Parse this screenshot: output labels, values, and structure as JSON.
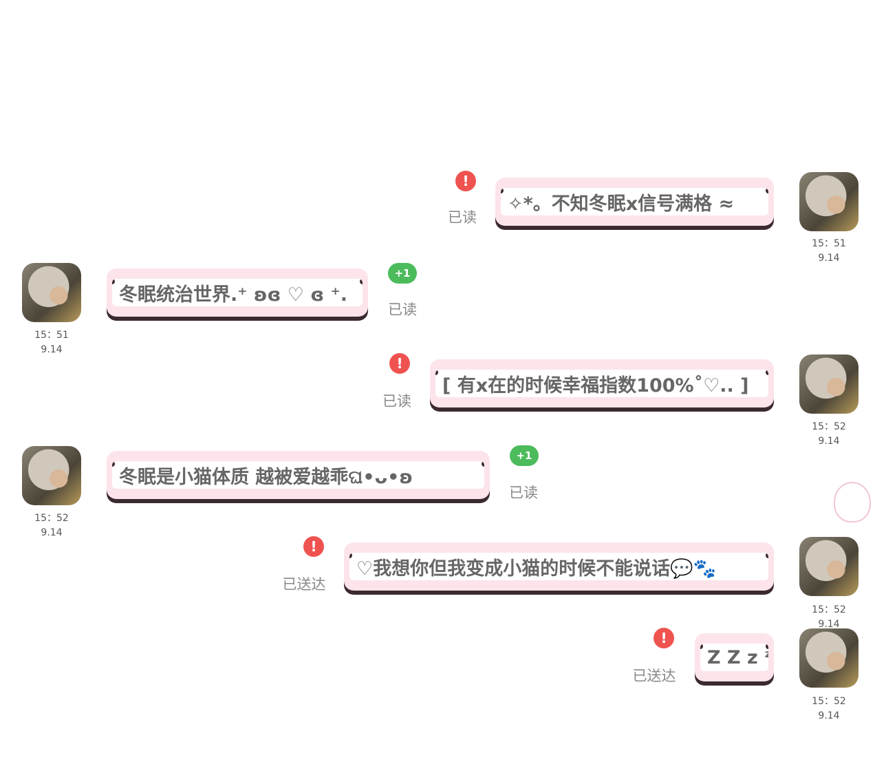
{
  "messages": [
    {
      "side": "right",
      "text": "✧*。不知冬眠x信号满格 ≈",
      "status": "已读",
      "badge": "!",
      "time": "15：51",
      "date": "9.14"
    },
    {
      "side": "left",
      "text": "冬眠统治世界.⁺ ʚɞ ♡ ɞ ⁺.",
      "status": "已读",
      "badge": "+1",
      "time": "15：51",
      "date": "9.14"
    },
    {
      "side": "right",
      "text": "[ 有x在的时候幸福指数100%˚♡.. ]",
      "status": "已读",
      "badge": "!",
      "time": "15：52",
      "date": "9.14"
    },
    {
      "side": "left",
      "text": "冬眠是小猫体质 越被爱越乖ଘ•ᴗ•ʚ",
      "status": "已读",
      "badge": "+1",
      "time": "15：52",
      "date": "9.14"
    },
    {
      "side": "right",
      "text": "♡我想你但我变成小猫的时候不能说话💬🐾",
      "status": "已送达",
      "badge": "!",
      "time": "15：52",
      "date": "9.14"
    },
    {
      "side": "right",
      "text": "Z Z z ᶻ",
      "status": "已送达",
      "badge": "!",
      "time": "15：52",
      "date": "9.14"
    }
  ]
}
